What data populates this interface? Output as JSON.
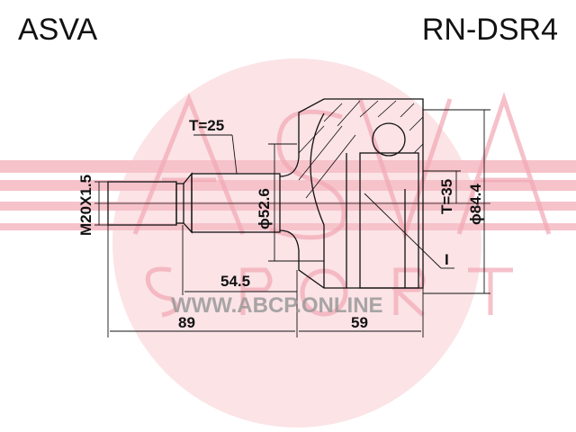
{
  "header": {
    "brand": "ASVA",
    "part_number": "RN-DSR4"
  },
  "watermark": {
    "logo_text": "ASVA SPORT",
    "site": "WWW.ABCP.ONLINE",
    "color": "#f2a8b4"
  },
  "dimensions": {
    "thread": "M20X1.5",
    "spline_teeth_inner": "T=25",
    "shaft_diameter": "ϕ52.6",
    "spline_teeth_outer": "T=35",
    "outer_diameter": "ϕ84.4",
    "shaft_length": "54.5",
    "total_shaft_length": "89",
    "body_length": "59",
    "abs_marker": "I"
  }
}
